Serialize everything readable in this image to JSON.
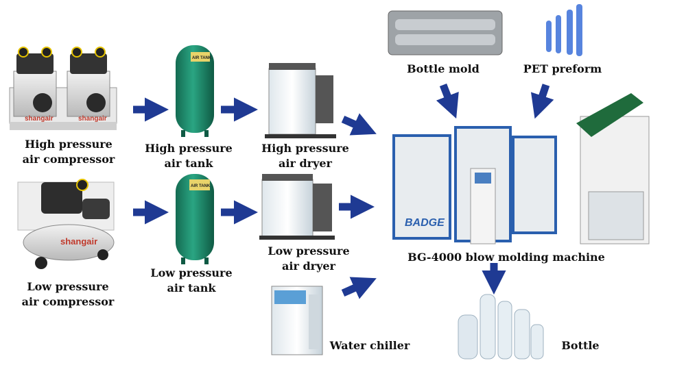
{
  "labels": {
    "hp_compressor": [
      "High pressure",
      "air compressor"
    ],
    "lp_compressor": [
      "Low pressure",
      "air compressor"
    ],
    "hp_tank": [
      "High pressure",
      "air tank"
    ],
    "lp_tank": [
      "Low pressure",
      "air tank"
    ],
    "hp_dryer": [
      "High pressure",
      "air dryer"
    ],
    "lp_dryer": [
      "Low pressure",
      "air dryer"
    ],
    "water_chiller": "Water chiller",
    "bottle_mold": "Bottle mold",
    "pet_preform": "PET preform",
    "machine": "BG-4000 blow molding machine",
    "bottle": "Bottle"
  },
  "logos": {
    "compressor_brand": "shangair",
    "tank_badge": "AIR TANK",
    "machine_brand": "BADGE"
  },
  "colors": {
    "arrow": "#1f3a93",
    "tank": "#1f8a6c",
    "machine_blue": "#2a5fae",
    "preform": "#3a6fd8"
  }
}
